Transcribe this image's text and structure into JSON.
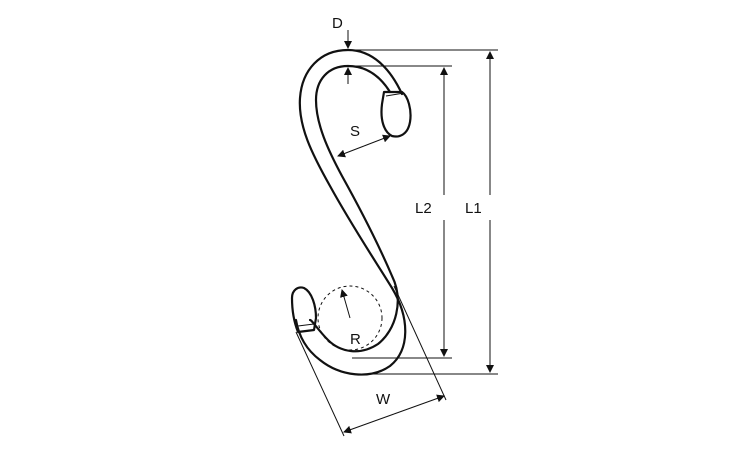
{
  "labels": {
    "d": "D",
    "s": "S",
    "l1": "L1",
    "l2": "L2",
    "r": "R",
    "w": "W"
  },
  "colors": {
    "line": "#111111",
    "background": "#ffffff"
  }
}
